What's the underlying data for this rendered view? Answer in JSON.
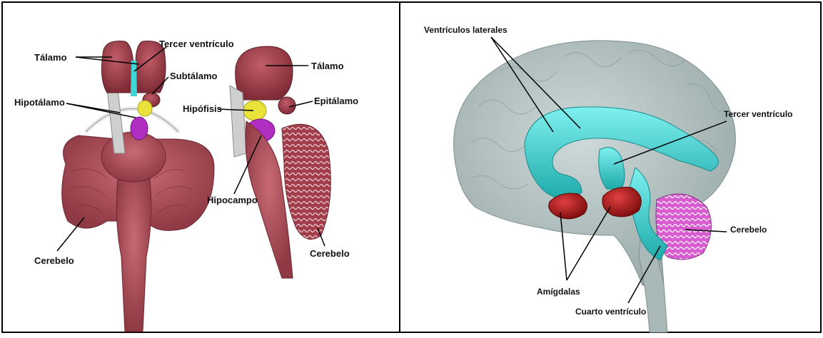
{
  "left_panel": {
    "labels": {
      "talamo_front": "Tálamo",
      "tercer_ventriculo": "Tercer ventrículo",
      "subtalamo": "Subtálamo",
      "hipotalamo": "Hipotálamo",
      "cerebelo_front": "Cerebelo",
      "talamo_side": "Tálamo",
      "hipofisis": "Hipófisis",
      "epitalamo": "Epitálamo",
      "hipocampo": "Hipocampo",
      "cerebelo_side": "Cerebelo"
    }
  },
  "right_panel": {
    "labels": {
      "ventriculos_laterales": "Ventrículos laterales",
      "tercer_ventriculo": "Tercer ventrículo",
      "cerebelo": "Cerebelo",
      "amigdalas": "Amígdalas",
      "cuarto_ventriculo": "Cuarto ventrículo"
    }
  },
  "colors": {
    "brainstem": "#b4555f",
    "thalamus": "#a8434f",
    "yellow": "#e8e23a",
    "purple": "#b02fc2",
    "cyan": "#3fd6d6",
    "cortex": "#b8c6c6",
    "amygdala": "#b01a1a",
    "cerebellum_pink": "#d85cd0"
  }
}
